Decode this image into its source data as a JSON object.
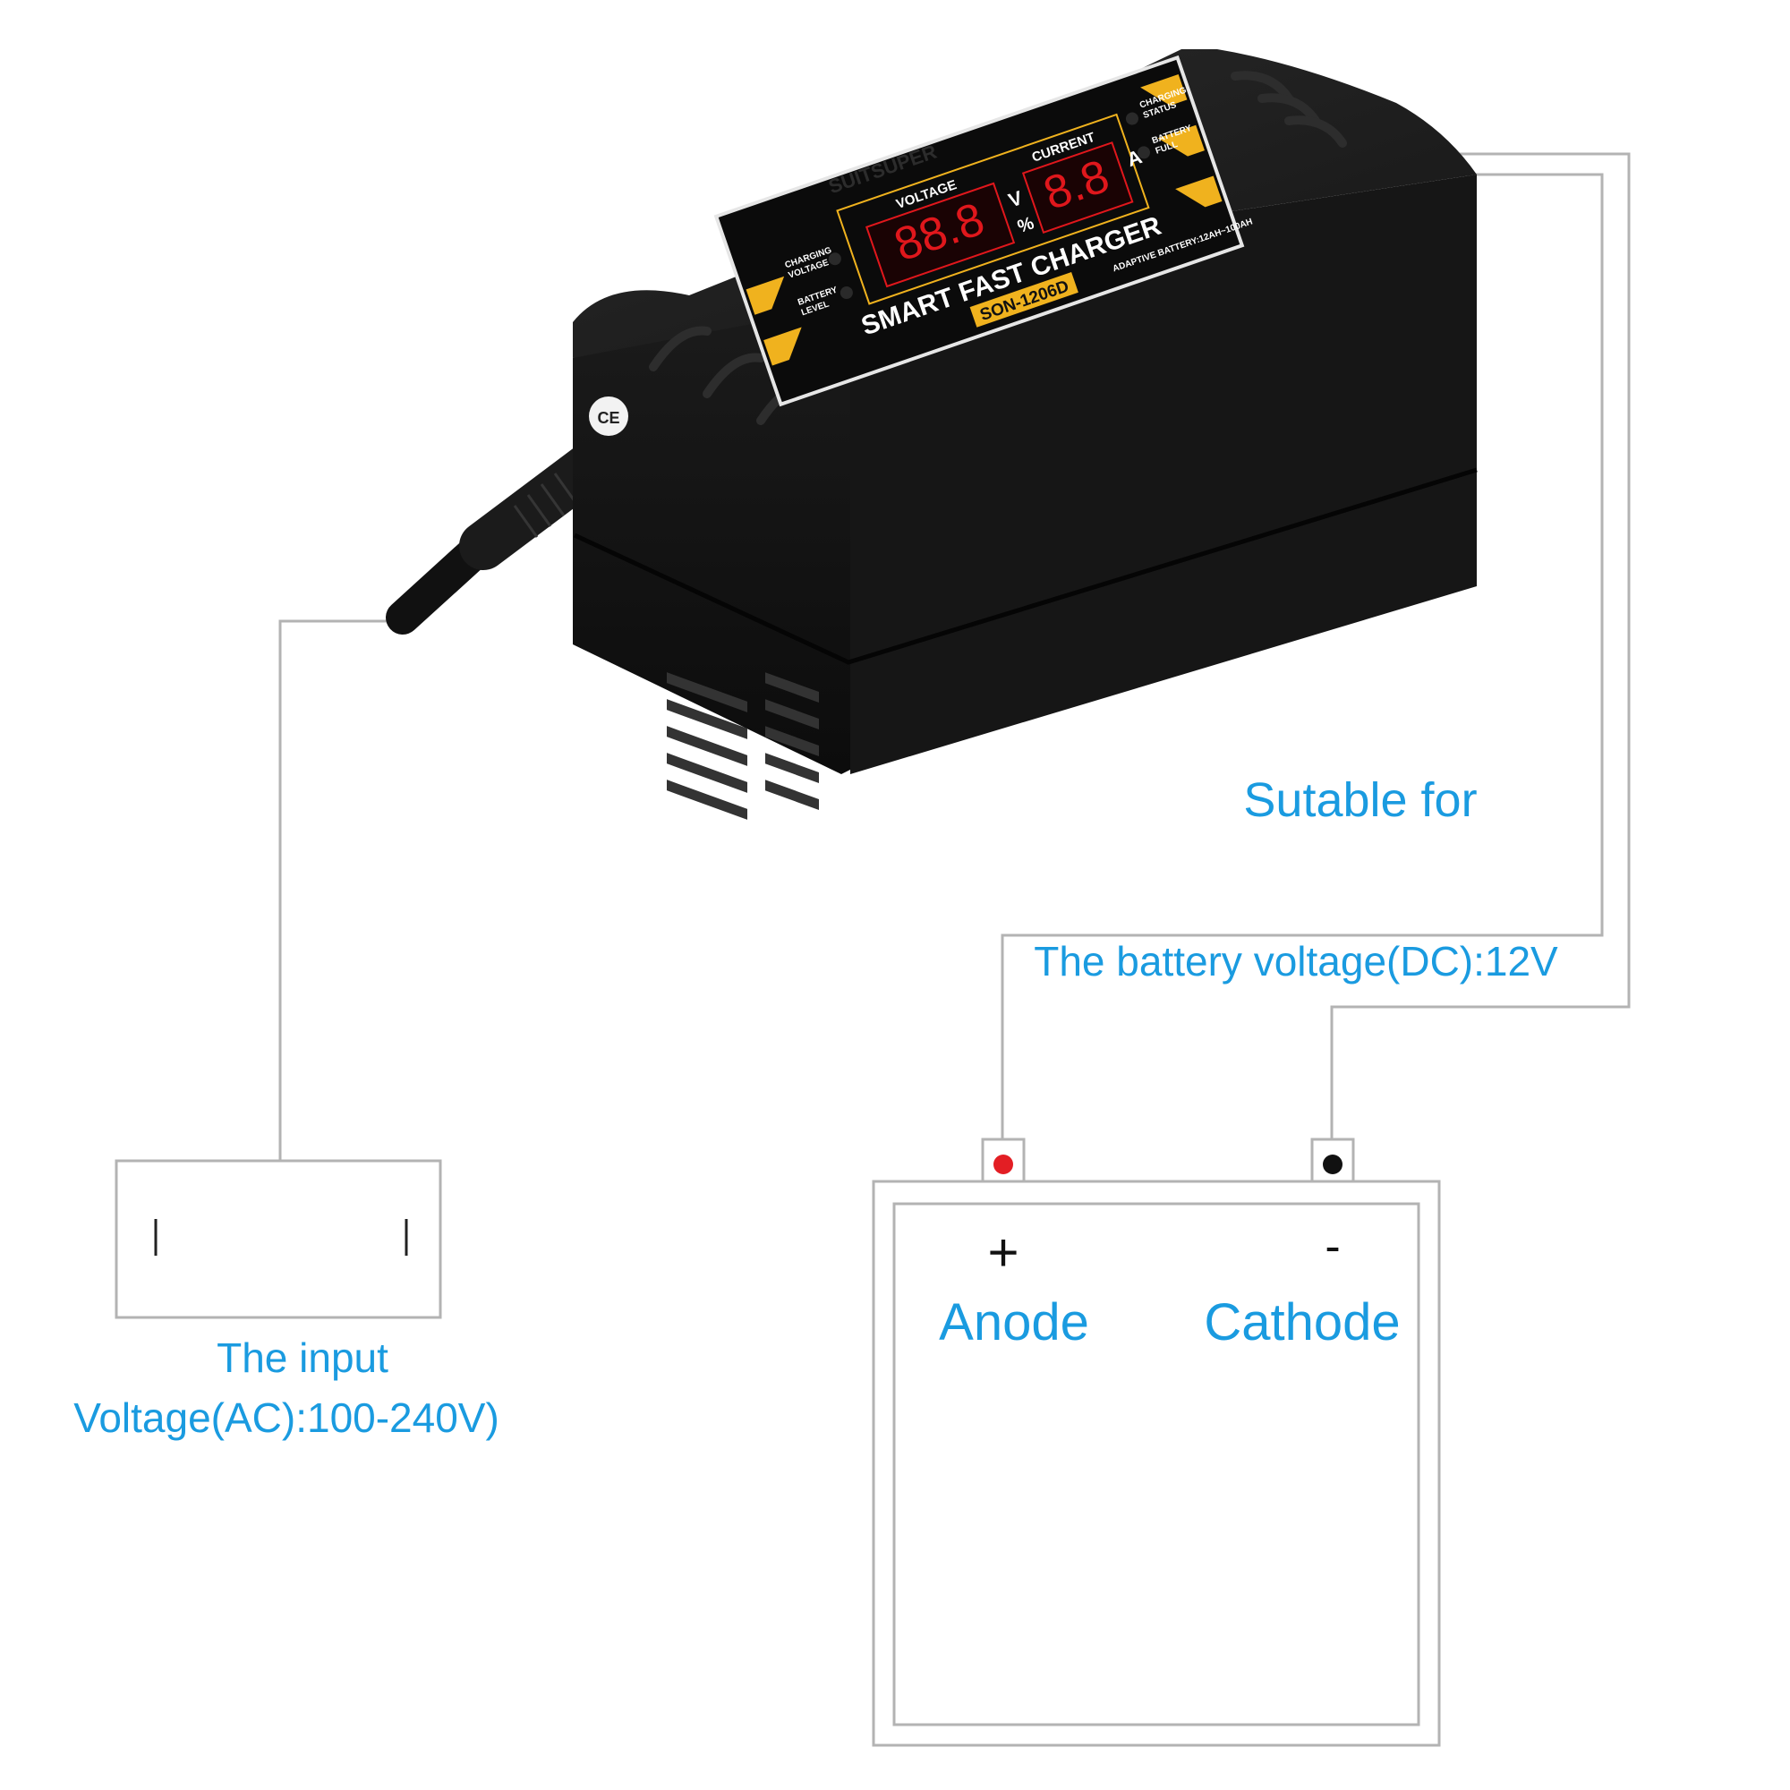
{
  "charger": {
    "name": "SMART FAST CHARGER",
    "model": "SON-1206D",
    "brand": "SUITSUPER",
    "panel_voltage": "VOLTAGE",
    "panel_current": "CURRENT",
    "unit_v": "V",
    "unit_pct": "%",
    "unit_a": "A",
    "charging_voltage_line1": "CHARGING",
    "charging_voltage_line2": "VOLTAGE",
    "battery_level_line1": "BATTERY",
    "battery_level_line2": "LEVEL",
    "charging_status_line1": "CHARGING",
    "charging_status_line2": "STATUS",
    "battery_full_line1": "BATTERY",
    "battery_full_line2": "FULL",
    "adaptive_battery": "ADAPTIVE BATTERY:12AH~100AH",
    "voltage_display": "88.8",
    "current_display": "8.8"
  },
  "labels": {
    "suitable_for": "Sutable for",
    "battery_voltage": "The battery voltage(DC):12V",
    "input_line1": "The input",
    "input_line2": "Voltage(AC):100-240V)",
    "plus_sign": "+",
    "anode": "Anode",
    "minus_sign": "-",
    "cathode": "Cathode"
  },
  "colors": {
    "label_blue": "#1a9be0",
    "wire_gray": "#b3b3b3",
    "charger_body": "#141414",
    "panel_yellow": "#f0b21e",
    "display_red": "#e0171c",
    "anode_red": "#e31e24",
    "cathode_black": "#111111"
  }
}
